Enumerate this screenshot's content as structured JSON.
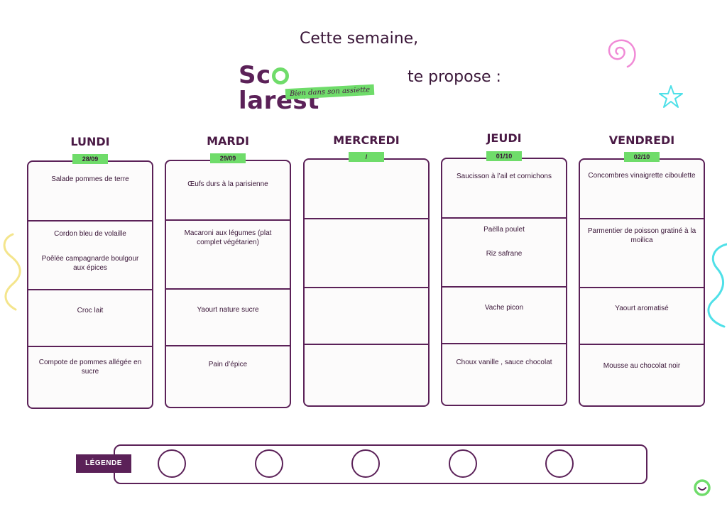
{
  "header": {
    "line1": "Cette semaine,",
    "brand": {
      "name_before_o": "Sc",
      "name_after_o": "larest",
      "tagline": "Bien dans son assiette"
    },
    "line2": "te propose :"
  },
  "days": [
    {
      "name": "LUNDI",
      "date": "28/09",
      "courses": [
        [
          "Salade pommes de terre"
        ],
        [
          "Cordon bleu de volaille",
          "Poêlée  campagnarde boulgour aux épices"
        ],
        [
          "Croc lait"
        ],
        [
          "Compote de pommes allégée en sucre"
        ]
      ]
    },
    {
      "name": "MARDI",
      "date": "29/09",
      "courses": [
        [
          "Œufs durs à la parisienne"
        ],
        [
          "Macaroni aux légumes (plat complet végétarien)"
        ],
        [
          "Yaourt nature sucre"
        ],
        [
          "Pain d’épice"
        ]
      ]
    },
    {
      "name": "MERCREDI",
      "date": "/",
      "courses": [
        [],
        [],
        [],
        []
      ]
    },
    {
      "name": "JEUDI",
      "date": "01/10",
      "courses": [
        [
          "Saucisson à l’ail et cornichons"
        ],
        [
          "Paëlla poulet",
          "Riz safrane"
        ],
        [
          "Vache picon"
        ],
        [
          "Choux vanille , sauce chocolat"
        ]
      ]
    },
    {
      "name": "VENDREDI",
      "date": "02/10",
      "courses": [
        [
          "Concombres vinaigrette ciboulette"
        ],
        [
          "Parmentier de poisson gratiné à la moilica"
        ],
        [
          "Yaourt aromatisé"
        ],
        [
          "Mousse au chocolat noir"
        ]
      ]
    }
  ],
  "legend": {
    "label": "LÉGENDE",
    "slots": 5
  },
  "colors": {
    "plum": "#5b2158",
    "green": "#6fdc6a",
    "pink": "#f08ad6",
    "cyan": "#4fe0e8",
    "yellow": "#f4e58c"
  },
  "decorations": [
    "spiral-doodle",
    "star-doodle",
    "squiggle-doodle",
    "smile-logo-icon"
  ]
}
